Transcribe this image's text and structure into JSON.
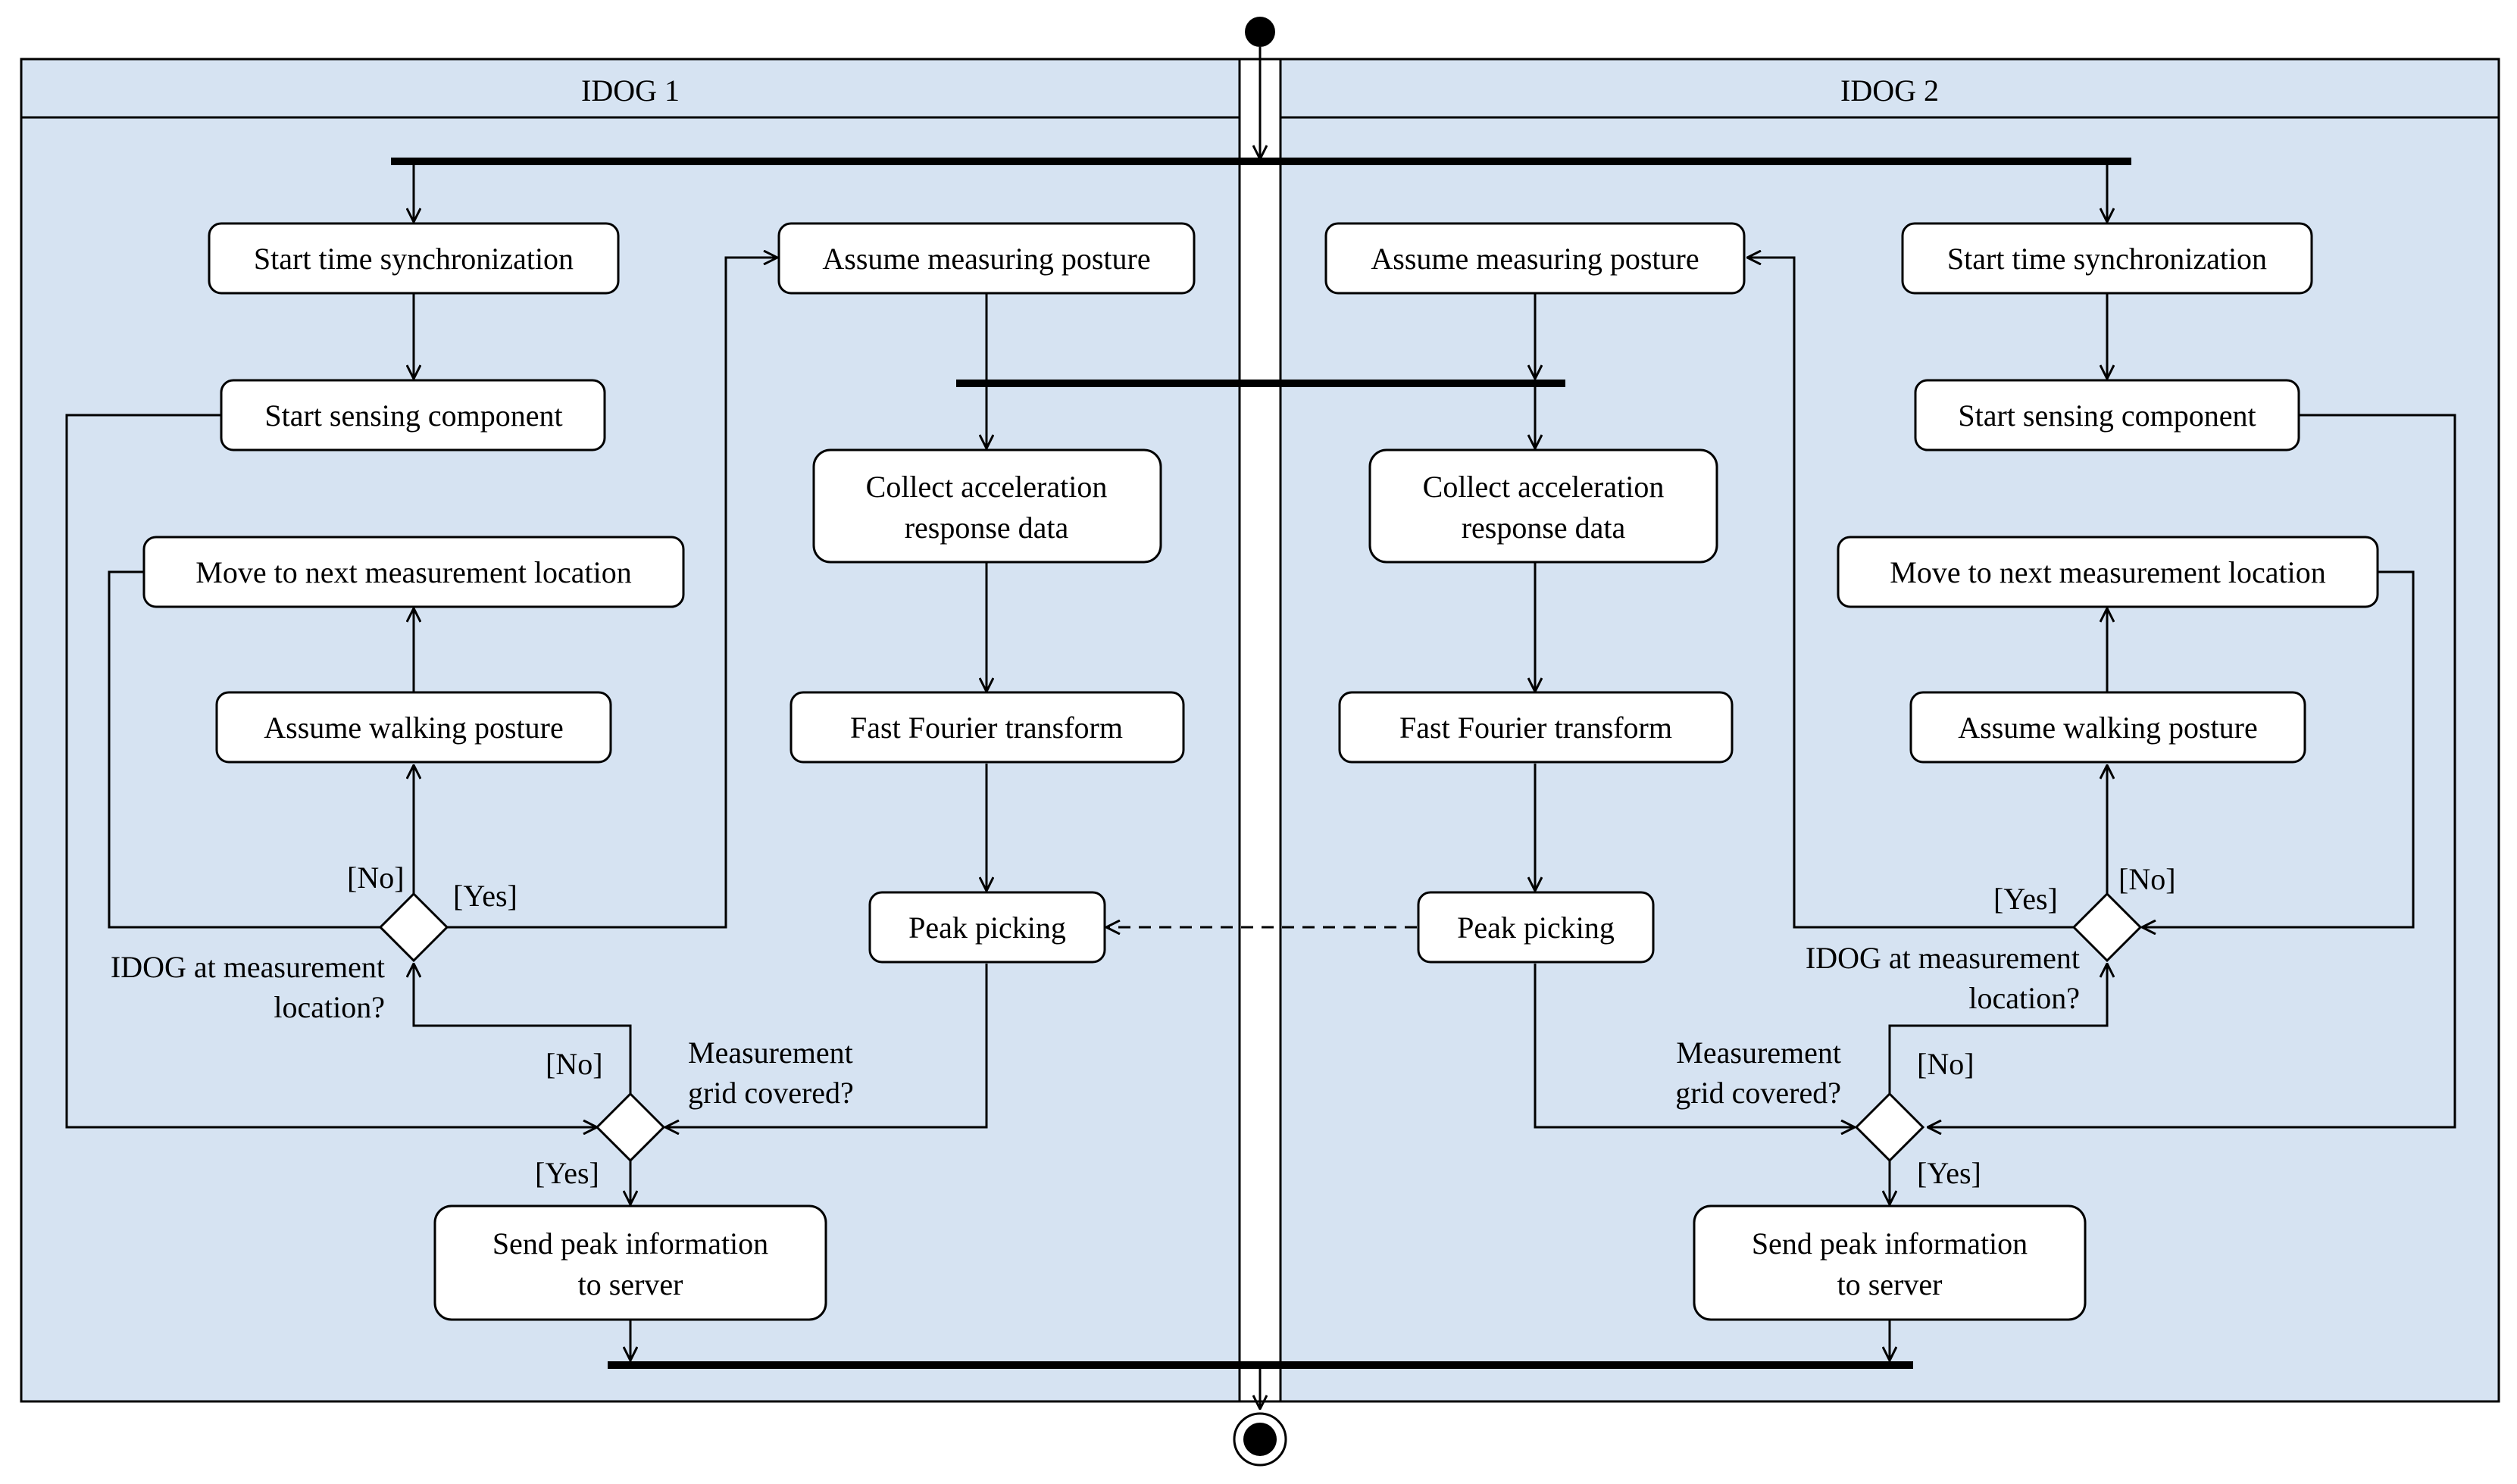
{
  "colors": {
    "lane_fill": "#d6e3f2",
    "line": "#000000",
    "node_fill": "#ffffff",
    "page": "#ffffff"
  },
  "lanes": {
    "left_title": "IDOG 1",
    "right_title": "IDOG 2"
  },
  "actions": {
    "start_time_sync": "Start time synchronization",
    "start_sensing": "Start sensing component",
    "move_next": "Move to next measurement location",
    "assume_walking": "Assume walking posture",
    "assume_measuring": "Assume measuring posture",
    "collect_line1": "Collect acceleration",
    "collect_line2": "response data",
    "fft": "Fast Fourier transform",
    "peak_picking": "Peak picking",
    "send_line1": "Send peak information",
    "send_line2": "to server"
  },
  "decisions": {
    "at_location_line1": "IDOG at measurement",
    "at_location_line2": "location?",
    "grid_line1": "Measurement",
    "grid_line2": "grid covered?"
  },
  "guards": {
    "yes": "[Yes]",
    "no": "[No]"
  }
}
